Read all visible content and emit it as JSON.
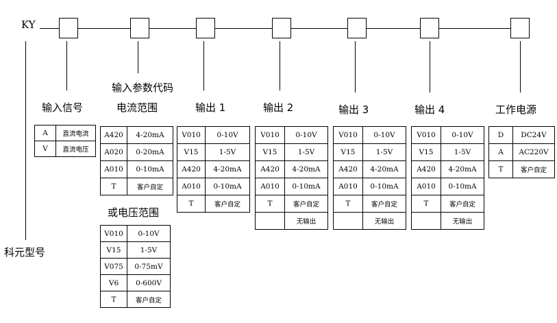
{
  "model": {
    "prefix": "KY",
    "label": "科元型号"
  },
  "param_code_label": "输入参数代码",
  "groups": {
    "input_signal": {
      "title": "输入信号",
      "rows": [
        [
          "A",
          "直流电流"
        ],
        [
          "V",
          "直流电压"
        ]
      ]
    },
    "current_range": {
      "title": "电流范围",
      "rows": [
        [
          "A420",
          "4-20mA"
        ],
        [
          "A020",
          "0-20mA"
        ],
        [
          "A010",
          "0-10mA"
        ],
        [
          "T",
          "客户自定"
        ]
      ]
    },
    "voltage_range": {
      "title": "或电压范围",
      "rows": [
        [
          "V010",
          "0-10V"
        ],
        [
          "V15",
          "1-5V"
        ],
        [
          "V075",
          "0-75mV"
        ],
        [
          "V6",
          "0-600V"
        ],
        [
          "T",
          "客户自定"
        ]
      ]
    },
    "output1": {
      "title": "输出 1",
      "rows": [
        [
          "V010",
          "0-10V"
        ],
        [
          "V15",
          "1-5V"
        ],
        [
          "A420",
          "4-20mA"
        ],
        [
          "A010",
          "0-10mA"
        ],
        [
          "T",
          "客户自定"
        ]
      ]
    },
    "output2": {
      "title": "输出 2",
      "rows": [
        [
          "V010",
          "0-10V"
        ],
        [
          "V15",
          "1-5V"
        ],
        [
          "A420",
          "4-20mA"
        ],
        [
          "A010",
          "0-10mA"
        ],
        [
          "T",
          "客户自定"
        ],
        [
          "",
          "无输出"
        ]
      ]
    },
    "output3": {
      "title": "输出 3",
      "rows": [
        [
          "V010",
          "0-10V"
        ],
        [
          "V15",
          "1-5V"
        ],
        [
          "A420",
          "4-20mA"
        ],
        [
          "A010",
          "0-10mA"
        ],
        [
          "T",
          "客户自定"
        ],
        [
          "",
          "无输出"
        ]
      ]
    },
    "output4": {
      "title": "输出 4",
      "rows": [
        [
          "V010",
          "0-10V"
        ],
        [
          "V15",
          "1-5V"
        ],
        [
          "A420",
          "4-20mA"
        ],
        [
          "A010",
          "0-10mA"
        ],
        [
          "T",
          "客户自定"
        ],
        [
          "",
          "无输出"
        ]
      ]
    },
    "power": {
      "title": "工作电源",
      "rows": [
        [
          "D",
          "DC24V"
        ],
        [
          "A",
          "AC220V"
        ],
        [
          "T",
          "客户自定"
        ]
      ]
    }
  }
}
